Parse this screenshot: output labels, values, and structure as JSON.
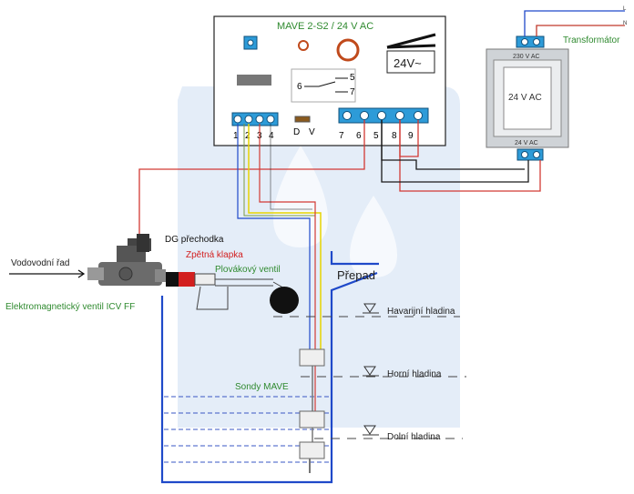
{
  "controller": {
    "title": "MAVE 2-S2 / 24 V AC",
    "display": "24V~",
    "relay_labels": [
      "6",
      "5",
      "7"
    ],
    "led_labels": [
      "D",
      "V"
    ],
    "left_terminals": [
      "1",
      "2",
      "3",
      "4"
    ],
    "right_terminals": [
      "7",
      "6",
      "5",
      "8",
      "9"
    ]
  },
  "transformer": {
    "title": "Transformátor",
    "primary": "230 V AC",
    "core": "24 V AC",
    "secondary": "24 V AC",
    "mains_labels": [
      "L",
      "N"
    ]
  },
  "valve": {
    "supply_label": "Vodovodní řad",
    "name": "Elektromagnetický ventil ICV FF"
  },
  "tank": {
    "adapter": "DG přechodka",
    "check_valve": "Zpětná klapka",
    "float_valve": "Plovákový ventil",
    "overflow": "Přepad",
    "probes": "Sondy MAVE",
    "levels": [
      "Havarijní hladina",
      "Horní hladina",
      "Dolní hladina"
    ]
  },
  "colors": {
    "background_shape": "#dfe9f6",
    "wire_red": "#d23a34",
    "wire_blue": "#1f49c9",
    "wire_black": "#1a1a1a",
    "wire_yellow": "#e6d400",
    "tank_blue": "#1f49c9",
    "terminal_blue": "#2d9bd8",
    "label_green": "#2f8a2f",
    "label_red": "#d21f1f",
    "water_dash": "#3a57c4"
  }
}
